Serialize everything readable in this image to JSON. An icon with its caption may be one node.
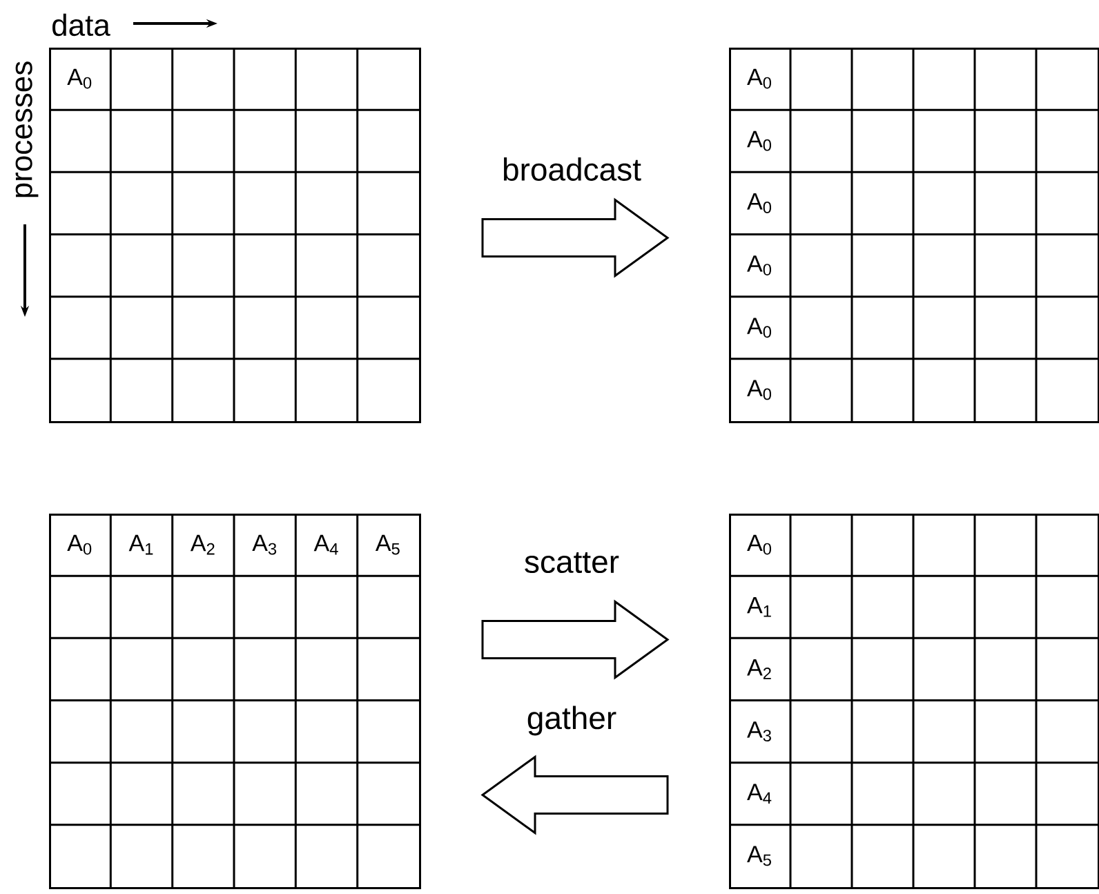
{
  "diagram": {
    "nodes": [
      {
        "text": [
          "A$_{0}$"
        ]
      },
      {
        "text": [
          "A$_{0}$",
          "A$_{0}$",
          "A$_{0}$",
          "A$_{0}$",
          "A$_{0}$",
          "A$_{0}$"
        ]
      },
      {
        "text": [
          "A$_{0}$",
          "A$_{1}$",
          "A$_{2}$",
          "A$_{3}$",
          "A$_{4}$",
          "A$_{5}$"
        ]
      },
      {
        "text": [
          "A$_{0}$",
          "A$_{1}$",
          "A$_{2}$",
          "A$_{3}$",
          "A$_{4}$",
          "A$_{5}$"
        ]
      }
    ],
    "edges": [
      {
        "from": 0,
        "to": 1,
        "arrow": "to",
        "label": "broadcast"
      },
      {
        "from": 2,
        "to": 3,
        "arrow": "to",
        "label": "scatter"
      },
      {
        "from": 3,
        "to": 2,
        "arrow": "to",
        "label": "gather"
      }
    ],
    "labels": [
      "data",
      "processes"
    ]
  }
}
